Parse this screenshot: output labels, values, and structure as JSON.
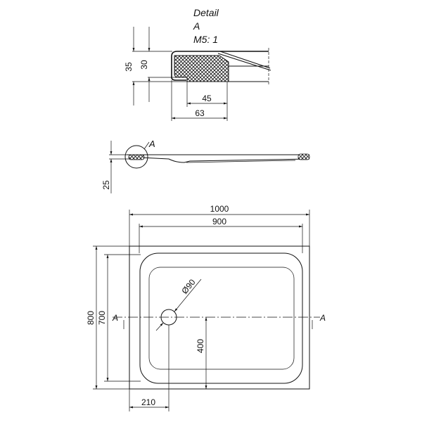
{
  "detail": {
    "title": "Detail",
    "ref": "A",
    "scale": "M5: 1",
    "dims": {
      "height_total": "35",
      "height_inner": "30",
      "width_inner": "45",
      "width_total": "63"
    }
  },
  "section": {
    "ref": "A",
    "height": "25"
  },
  "plan": {
    "dims": {
      "outer_width": "1000",
      "inner_width": "900",
      "outer_depth": "800",
      "inner_depth": "700",
      "drain_y": "400",
      "drain_x": "210",
      "drain_diameter": "Ø90"
    },
    "section_mark_left": "A",
    "section_mark_right": "A"
  }
}
